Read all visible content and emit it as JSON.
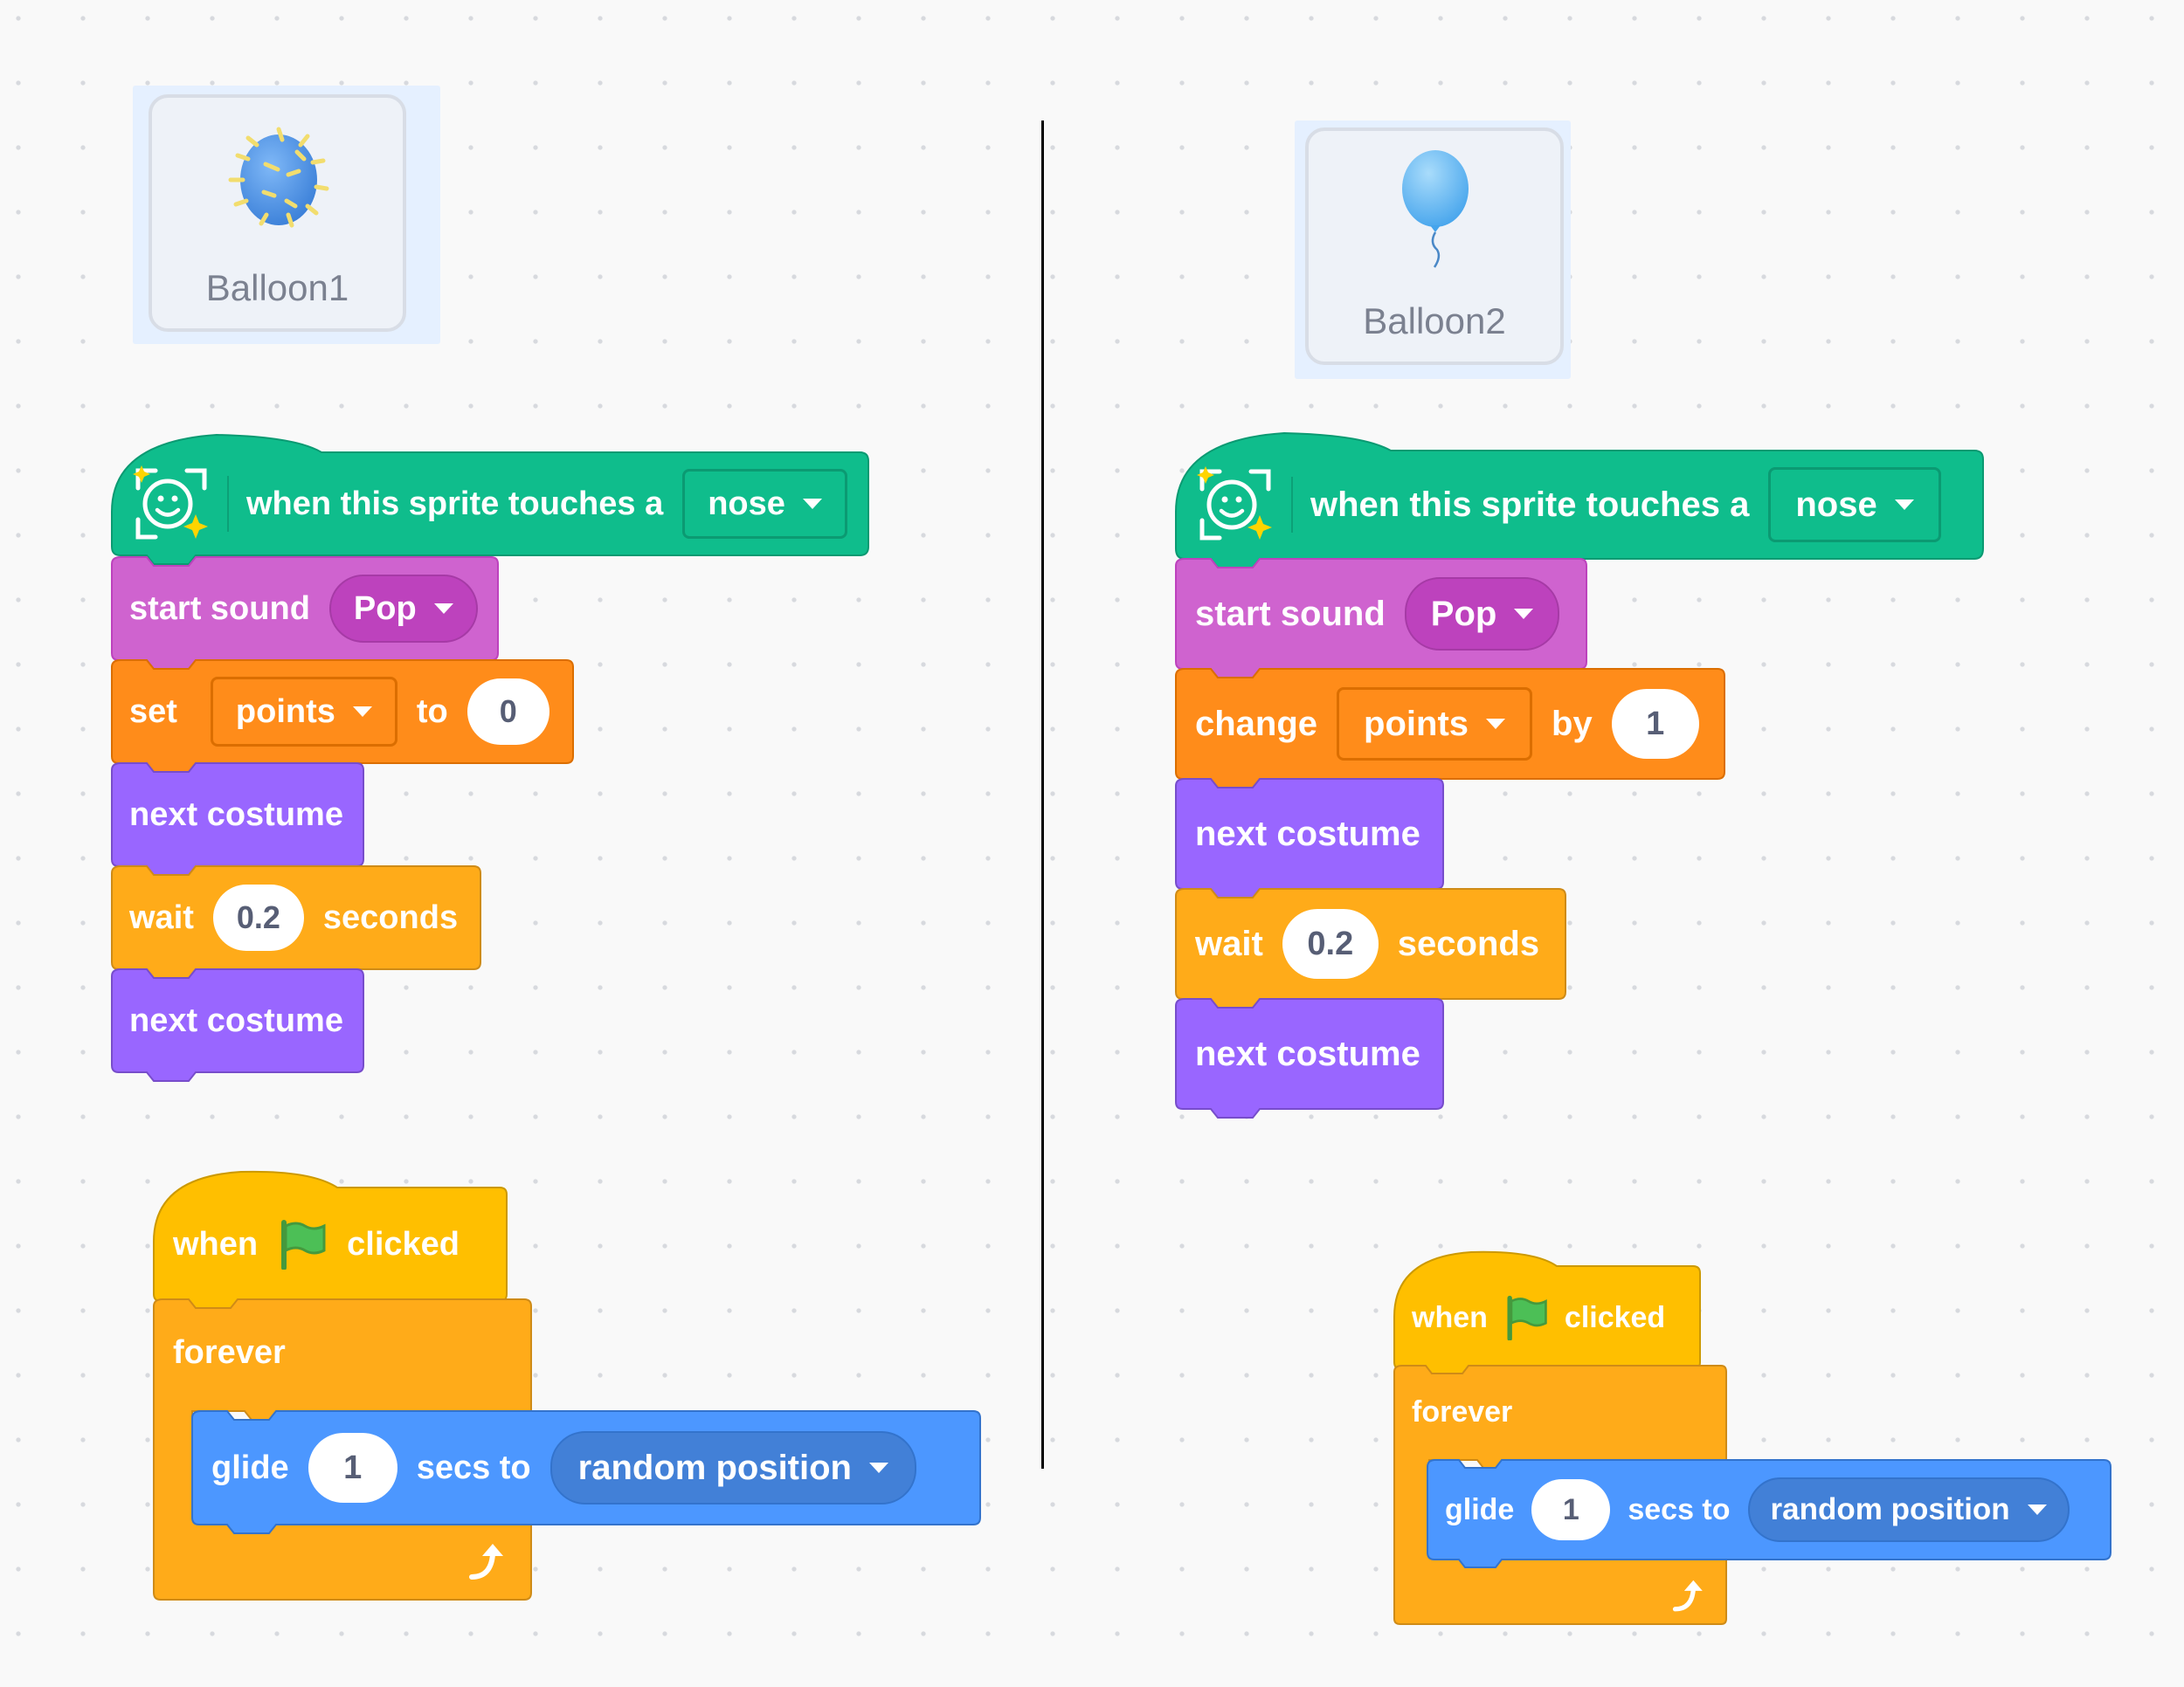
{
  "colors": {
    "events": "#ffbf00",
    "control": "#ffab19",
    "motion": "#4c97ff",
    "looks": "#9966ff",
    "sound": "#cf63cf",
    "variables": "#ff8c1a",
    "face_sensing": "#0fbd8c",
    "flag": "#4cbf56"
  },
  "left": {
    "sprite_name": "Balloon1",
    "touch_hat": {
      "label": "when this sprite touches a",
      "part": "nose",
      "icon": "face-sensing-icon"
    },
    "start_sound": {
      "label": "start sound",
      "sound": "Pop"
    },
    "set_var": {
      "label_set": "set",
      "variable": "points",
      "label_to": "to",
      "value": "0"
    },
    "next_costume_1": "next costume",
    "wait": {
      "label_wait": "wait",
      "value": "0.2",
      "label_seconds": "seconds"
    },
    "next_costume_2": "next costume",
    "flag_hat": {
      "label_when": "when",
      "label_clicked": "clicked",
      "icon": "green-flag-icon"
    },
    "forever": {
      "label": "forever",
      "loop_icon": "loop-arrow-icon"
    },
    "glide": {
      "label_glide": "glide",
      "value": "1",
      "label_secs": "secs to",
      "target": "random position"
    }
  },
  "right": {
    "sprite_name": "Balloon2",
    "touch_hat": {
      "label": "when this sprite touches a",
      "part": "nose",
      "icon": "face-sensing-icon"
    },
    "start_sound": {
      "label": "start sound",
      "sound": "Pop"
    },
    "change_var": {
      "label_change": "change",
      "variable": "points",
      "label_by": "by",
      "value": "1"
    },
    "next_costume_1": "next costume",
    "wait": {
      "label_wait": "wait",
      "value": "0.2",
      "label_seconds": "seconds"
    },
    "next_costume_2": "next costume",
    "flag_hat": {
      "label_when": "when",
      "label_clicked": "clicked",
      "icon": "green-flag-icon"
    },
    "forever": {
      "label": "forever",
      "loop_icon": "loop-arrow-icon"
    },
    "glide": {
      "label_glide": "glide",
      "value": "1",
      "label_secs": "secs to",
      "target": "random position"
    }
  }
}
